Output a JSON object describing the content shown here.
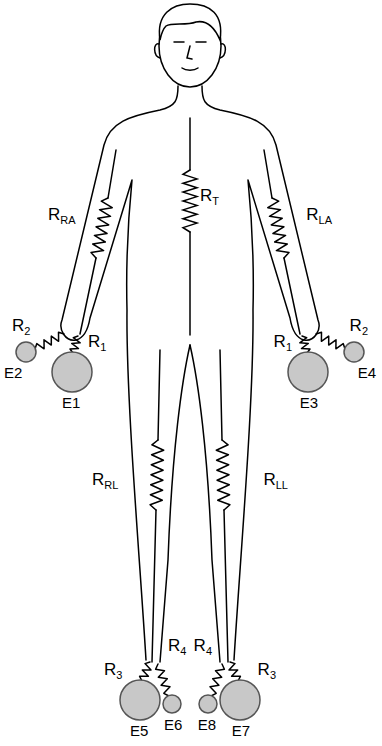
{
  "diagram": {
    "labels": [
      "RT",
      "RRA",
      "RLA",
      "R2",
      "R1",
      "R1",
      "R2",
      "E2",
      "E1",
      "E3",
      "E4",
      "RRL",
      "RLL",
      "R3",
      "R4",
      "R4",
      "R3",
      "E5",
      "E6",
      "E8",
      "E7"
    ]
  }
}
